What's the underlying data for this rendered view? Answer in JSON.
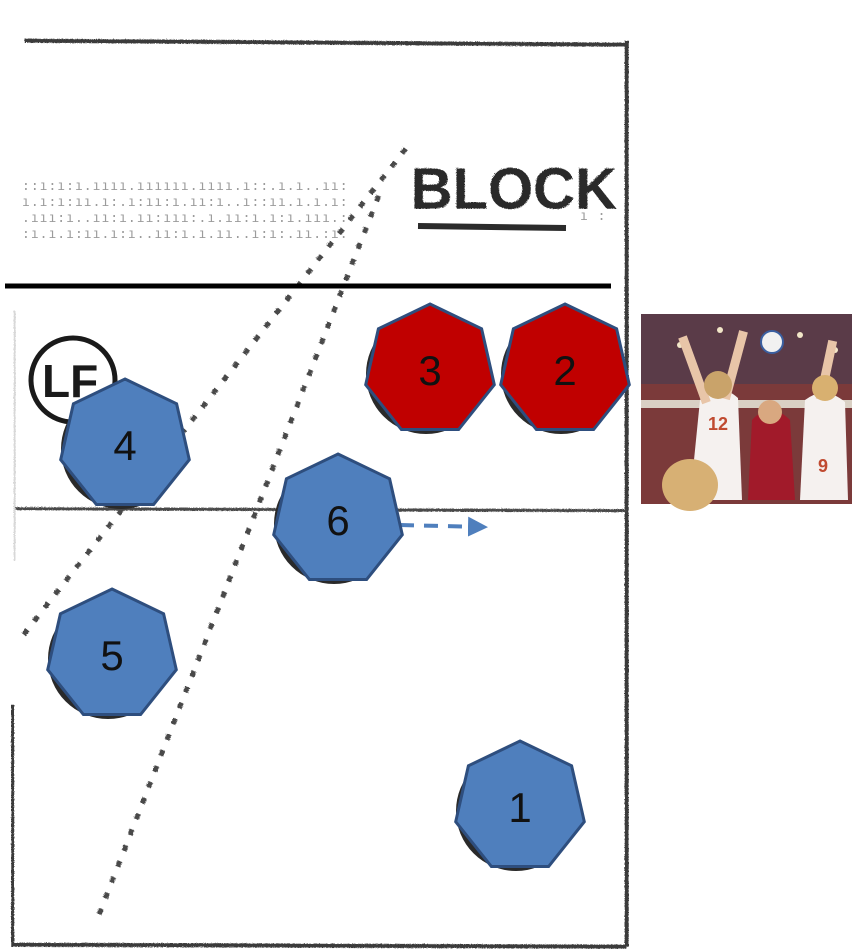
{
  "diagram": {
    "heading": "BLOCK",
    "zone_label": "LF",
    "colors": {
      "team_blue": "#4f7fbd",
      "team_red": "#c00000",
      "outline": "#2e4e7e",
      "court_line": "#3a3a3a",
      "net_line": "#000000",
      "arrow": "#4f7fbd"
    },
    "players": [
      {
        "number": "1",
        "team": "blue"
      },
      {
        "number": "2",
        "team": "red"
      },
      {
        "number": "3",
        "team": "red"
      },
      {
        "number": "4",
        "team": "blue"
      },
      {
        "number": "5",
        "team": "blue"
      },
      {
        "number": "6",
        "team": "blue"
      }
    ],
    "movement": {
      "player": "6",
      "direction": "right"
    },
    "photo": {
      "description_icon": "volleyball-block-photo-icon",
      "jersey_numbers": [
        "12",
        "9"
      ]
    }
  }
}
